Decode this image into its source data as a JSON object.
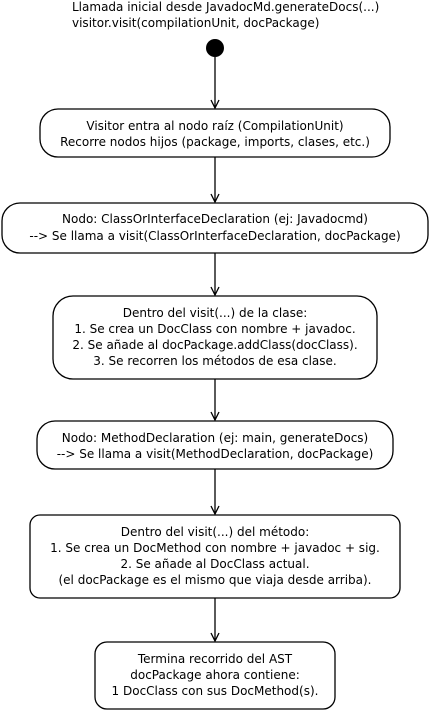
{
  "header": {
    "lines": [
      "Llamada inicial desde JavadocMd.generateDocs(...)",
      "visitor.visit(compilationUnit, docPackage)"
    ]
  },
  "nodes": [
    {
      "id": "root",
      "lines": [
        "Visitor entra al nodo raíz (CompilationUnit)",
        "Recorre nodos hijos (package, imports, clases, etc.)"
      ]
    },
    {
      "id": "class-decl",
      "lines": [
        "Nodo: ClassOrInterfaceDeclaration (ej: Javadocmd)",
        "--> Se llama a visit(ClassOrInterfaceDeclaration, docPackage)"
      ]
    },
    {
      "id": "class-visit",
      "lines": [
        "Dentro del visit(...) de la clase:",
        "1. Se crea un DocClass con nombre + javadoc.",
        "2. Se añade al docPackage.addClass(docClass).",
        "3. Se recorren los métodos de esa clase."
      ]
    },
    {
      "id": "method-decl",
      "lines": [
        "Nodo: MethodDeclaration (ej: main, generateDocs)",
        "--> Se llama a visit(MethodDeclaration, docPackage)"
      ]
    },
    {
      "id": "method-visit",
      "lines": [
        "Dentro del visit(...) del método:",
        "1. Se crea un DocMethod con nombre + javadoc + sig.",
        "2. Se añade al DocClass actual.",
        "(el docPackage es el mismo que viaja desde arriba)."
      ]
    },
    {
      "id": "end",
      "lines": [
        "Termina recorrido del AST",
        "docPackage ahora contiene:",
        "1 DocClass con sus DocMethod(s)."
      ]
    }
  ],
  "edges": [
    [
      "start",
      "root"
    ],
    [
      "root",
      "class-decl"
    ],
    [
      "class-decl",
      "class-visit"
    ],
    [
      "class-visit",
      "method-decl"
    ],
    [
      "method-decl",
      "method-visit"
    ],
    [
      "method-visit",
      "end"
    ]
  ],
  "colors": {
    "stroke": "#000000",
    "fill": "#ffffff",
    "text": "#000000"
  }
}
